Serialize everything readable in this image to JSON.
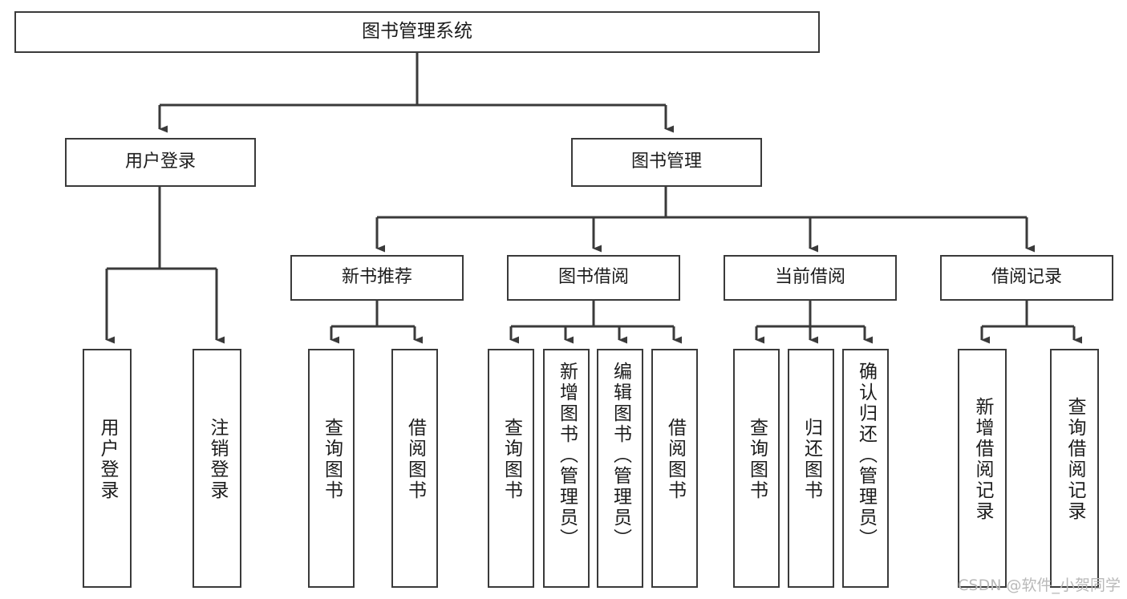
{
  "diagram": {
    "type": "tree-hierarchy-chart",
    "title": "图书管理系统",
    "watermark": "CSDN @软件_小贺同学",
    "colors": {
      "background": "#ffffff",
      "box_fill": "#ffffff",
      "box_stroke": "#3a3a3a",
      "connector": "#3a3a3a",
      "text": "#1c1c1c",
      "watermark": "#b9b9b9"
    },
    "nodes": {
      "root": {
        "label": "图书管理系统"
      },
      "level1": [
        {
          "id": "user-login",
          "label": "用户登录"
        },
        {
          "id": "book-management",
          "label": "图书管理"
        }
      ],
      "level2": [
        {
          "id": "new-book-recommend",
          "label": "新书推荐"
        },
        {
          "id": "book-borrow",
          "label": "图书借阅"
        },
        {
          "id": "current-borrow",
          "label": "当前借阅"
        },
        {
          "id": "borrow-record",
          "label": "借阅记录"
        }
      ],
      "leaves": {
        "user-login": [
          {
            "id": "leaf-user-login",
            "label": "用户登录"
          },
          {
            "id": "leaf-logout-login",
            "label": "注销登录"
          }
        ],
        "new-book-recommend": [
          {
            "id": "leaf-query-book-1",
            "label": "查询图书"
          },
          {
            "id": "leaf-borrow-book-1",
            "label": "借阅图书"
          }
        ],
        "book-borrow": [
          {
            "id": "leaf-query-book-2",
            "label": "查询图书"
          },
          {
            "id": "leaf-add-book",
            "label": "新增图书（管理员）"
          },
          {
            "id": "leaf-edit-book",
            "label": "编辑图书（管理员）"
          },
          {
            "id": "leaf-borrow-book-2",
            "label": "借阅图书"
          }
        ],
        "current-borrow": [
          {
            "id": "leaf-query-book-3",
            "label": "查询图书"
          },
          {
            "id": "leaf-return-book",
            "label": "归还图书"
          },
          {
            "id": "leaf-confirm-return",
            "label": "确认归还（管理员）"
          }
        ],
        "borrow-record": [
          {
            "id": "leaf-add-record",
            "label": "新增借阅记录"
          },
          {
            "id": "leaf-query-record",
            "label": "查询借阅记录"
          }
        ]
      }
    }
  }
}
